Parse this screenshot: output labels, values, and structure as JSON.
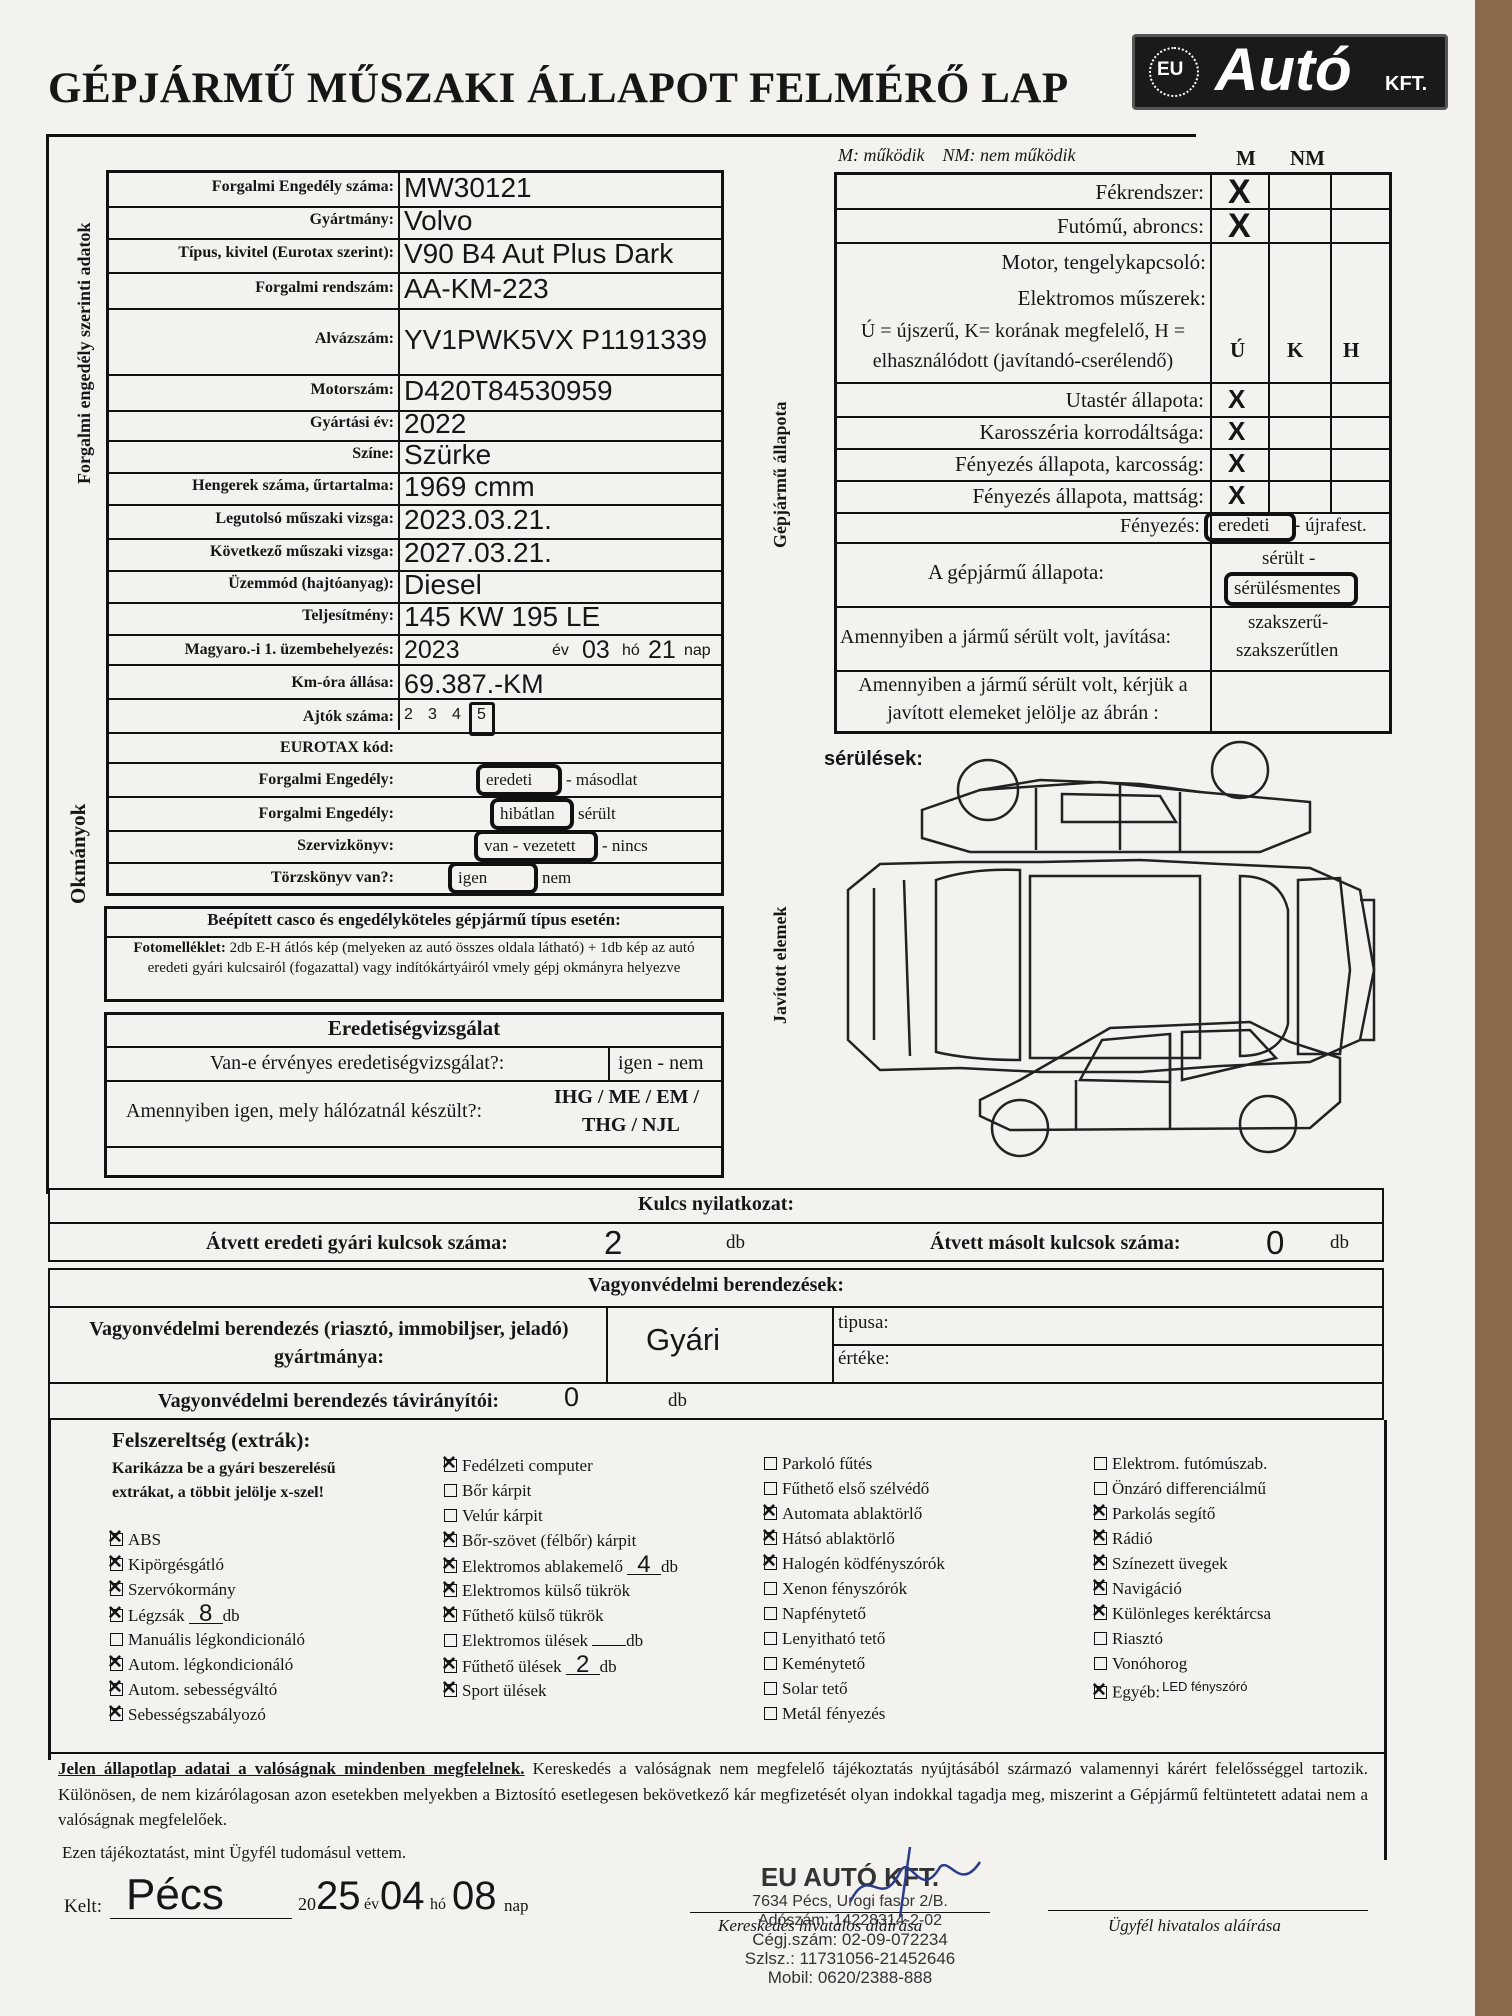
{
  "header": {
    "title": "GÉPJÁRMŰ MŰSZAKI ÁLLAPOT FELMÉRŐ LAP",
    "logo_eu": "EU",
    "logo_auto": "Autó",
    "logo_kft": "KFT."
  },
  "side_labels": {
    "registration": "Forgalmi engedély szerinti adatok",
    "documents": "Okmányok",
    "condition": "Gépjármű állapota",
    "repaired": "Javított elemek"
  },
  "vehicle": [
    {
      "label": "Forgalmi Engedély száma:",
      "value": "MW30121"
    },
    {
      "label": "Gyártmány:",
      "value": "Volvo"
    },
    {
      "label": "Típus, kivitel (Eurotax szerint):",
      "value": "V90 B4 Aut Plus Dark"
    },
    {
      "label": "Forgalmi rendszám:",
      "value": "AA-KM-223"
    },
    {
      "label": "Alvázszám:",
      "value": "YV1PWK5VX P1191339"
    },
    {
      "label": "Motorszám:",
      "value": "D420T84530959"
    },
    {
      "label": "Gyártási év:",
      "value": "2022"
    },
    {
      "label": "Színe:",
      "value": "Szürke"
    },
    {
      "label": "Hengerek száma, űrtartalma:",
      "value": "1969 cmm"
    },
    {
      "label": "Legutolsó műszaki vizsga:",
      "value": "2023.03.21."
    },
    {
      "label": "Következő műszaki vizsga:",
      "value": "2027.03.21."
    },
    {
      "label": "Üzemmód (hajtóanyag):",
      "value": "Diesel"
    },
    {
      "label": "Teljesítmény:",
      "value": "145 KW 195 LE"
    }
  ],
  "first_reg": {
    "label": "Magyaro.-i 1. üzembehelyezés:",
    "year": "2023",
    "ev": "év",
    "month": "03",
    "ho": "hó",
    "day": "21",
    "nap": "nap"
  },
  "km": {
    "label": "Km-óra állása:",
    "value": "69.387.-KM"
  },
  "doors": {
    "label": "Ajtók száma:",
    "opt1": "2",
    "opt2": "3",
    "opt3": "4",
    "selected": "5"
  },
  "eurotax": {
    "label": "EUROTAX kód:"
  },
  "documents": [
    {
      "label": "Forgalmi Engedély:",
      "selected": "eredeti",
      "rest": "- másodlat"
    },
    {
      "label": "Forgalmi Engedély:",
      "selected": "hibátlan",
      "rest": "sérült"
    },
    {
      "label": "Szervizkönyv:",
      "selected": "van - vezetett",
      "rest": "- nincs"
    },
    {
      "label": "Törzskönyv van?:",
      "selected": "igen",
      "rest": "nem"
    }
  ],
  "casco": {
    "title": "Beépített casco és engedélyköteles gépjármű típus esetén:",
    "bold": "Fotomelléklet:",
    "text": "2db E-H átlós kép (melyeken az autó összes oldala látható) + 1db kép az autó eredeti gyári kulcsairól (fogazattal) vagy indítókártyáiról vmely gépj okmányra helyezve"
  },
  "eredetiseg": {
    "title": "Eredetiségvizsgálat",
    "q1": "Van-e érvényes eredetiségvizsgálat?:",
    "a1": "igen - nem",
    "q2": "Amennyiben igen, mely hálózatnál készült?:",
    "a2_line1": "IHG / ME / EM /",
    "a2_line2": "THG / NJL"
  },
  "condition": {
    "legend": "M: működik    NM: nem működik",
    "col_m": "M",
    "col_nm": "NM",
    "rows_mnm": [
      {
        "label": "Fékrendszer:"
      },
      {
        "label": "Futómű, abroncs:"
      }
    ],
    "motor_label_1": "Motor, tengelykapcsoló:",
    "motor_label_2": "Elektromos műszerek:",
    "ukh_text_1": "Ú = újszerű, K= korának megfelelő, H =",
    "ukh_text_2": "elhasználódott (javítandó-cserélendő)",
    "col_u": "Ú",
    "col_k": "K",
    "col_h": "H",
    "rows_ukh": [
      {
        "label": "Utastér állapota:"
      },
      {
        "label": "Karosszéria korrodáltsága:"
      },
      {
        "label": "Fényezés állapota, karcosság:"
      },
      {
        "label": "Fényezés állapota, mattság:"
      }
    ],
    "x_mark": "X",
    "paint_label": "Fényezés:",
    "paint_selected": "eredeti",
    "paint_rest": "- újrafest.",
    "state_label": "A gépjármű állapota:",
    "state_opt": "sérült -",
    "state_selected": "sérülésmentes",
    "repair_label": "Amennyiben a jármű sérült volt, javítása:",
    "repair_opt1": "szakszerű-",
    "repair_opt2": "szakszerűtlen",
    "mark_label_1": "Amennyiben a jármű sérült volt, kérjük a",
    "mark_label_2": "javított elemeket jelölje az ábrán :"
  },
  "damage_label": "sérülések:",
  "keys": {
    "title": "Kulcs nyilatkozat:",
    "orig_label": "Átvett eredeti gyári kulcsok száma:",
    "orig_value": "2",
    "db": "db",
    "copy_label": "Átvett másolt kulcsok száma:",
    "copy_value": "0"
  },
  "security": {
    "title": "Vagyonvédelmi berendezések:",
    "make_label_1": "Vagyonvédelmi berendezés (riasztó, immobiljser, jeladó)",
    "make_label_2": "gyártmánya:",
    "make_value": "Gyári",
    "type_label": "tipusa:",
    "value_label": "értéke:",
    "remote_label": "Vagyonvédelmi berendezés távirányítói:",
    "remote_value": "0",
    "db": "db"
  },
  "extras": {
    "title": "Felszereltség (extrák):",
    "instr_1": "Karikázza be a gyári beszerelésű",
    "instr_2": "extrákat, a többit jelölje x-szel!",
    "col1": [
      {
        "label": "ABS",
        "checked": true
      },
      {
        "label": "Kipörgésgátló",
        "checked": true
      },
      {
        "label": "Szervókormány",
        "checked": true
      },
      {
        "label": "Légzsák",
        "checked": true,
        "count": "8",
        "unit": "db"
      },
      {
        "label": "Manuális légkondicionáló",
        "checked": false
      },
      {
        "label": "Autom. légkondicionáló",
        "checked": true
      },
      {
        "label": "Autom. sebességváltó",
        "checked": true
      },
      {
        "label": "Sebességszabályozó",
        "checked": true
      }
    ],
    "col2": [
      {
        "label": "Fedélzeti computer",
        "checked": true
      },
      {
        "label": "Bőr kárpit",
        "checked": false
      },
      {
        "label": "Velúr kárpit",
        "checked": false
      },
      {
        "label": "Bőr-szövet (félbőr) kárpit",
        "checked": true
      },
      {
        "label": "Elektromos ablakemelő",
        "checked": true,
        "count": "4",
        "unit": "db"
      },
      {
        "label": "Elektromos külső tükrök",
        "checked": true
      },
      {
        "label": "Fűthető külső tükrök",
        "checked": true
      },
      {
        "label": "Elektromos ülések",
        "checked": false,
        "count": "",
        "unit": "db"
      },
      {
        "label": "Fűthető ülések",
        "checked": true,
        "count": "2",
        "unit": "db"
      },
      {
        "label": "Sport ülések",
        "checked": true
      }
    ],
    "col3": [
      {
        "label": "Parkoló fűtés",
        "checked": false
      },
      {
        "label": "Fűthető első szélvédő",
        "checked": false
      },
      {
        "label": "Automata ablaktörlő",
        "checked": true
      },
      {
        "label": "Hátsó ablaktörlő",
        "checked": true
      },
      {
        "label": "Halogén ködfényszórók",
        "checked": true
      },
      {
        "label": "Xenon fényszórók",
        "checked": false
      },
      {
        "label": "Napfénytető",
        "checked": false
      },
      {
        "label": "Lenyitható tető",
        "checked": false
      },
      {
        "label": "Keménytető",
        "checked": false
      },
      {
        "label": "Solar tető",
        "checked": false
      },
      {
        "label": "Metál fényezés",
        "checked": false
      }
    ],
    "col4": [
      {
        "label": "Elektrom. futómúszab.",
        "checked": false
      },
      {
        "label": "Önzáró differenciálmű",
        "checked": false
      },
      {
        "label": "Parkolás segítő",
        "checked": true
      },
      {
        "label": "Rádió",
        "checked": true
      },
      {
        "label": "Színezett üvegek",
        "checked": true
      },
      {
        "label": "Navigáció",
        "checked": true
      },
      {
        "label": "Különleges keréktárcsa",
        "checked": true
      },
      {
        "label": "Riasztó",
        "checked": false
      },
      {
        "label": "Vonóhorog",
        "checked": false
      },
      {
        "label": "Egyéb:",
        "checked": true,
        "note": "LED fényszóró"
      }
    ]
  },
  "legal": {
    "underlined": "Jelen állapotlap adatai a valóságnak mindenben megfelelnek.",
    "text": "Kereskedés a valóságnak nem megfelelő tájékoztatás nyújtásából származó valamennyi kárért felelősséggel tartozik. Különösen, de nem kizárólagosan azon esetekben melyekben a Biztosító esetlegesen bekövetkező kár megfizetését olyan indokkal tagadja meg, miszerint a Gépjármű feltüntetett adatai nem a valóságnak megfelelőek.",
    "ack": "Ezen tájékoztatást, mint Ügyfél tudomásul vettem."
  },
  "signature": {
    "kelt": "Kelt:",
    "city": "Pécs",
    "year_prefix": "20",
    "year": "25",
    "ev": "év",
    "month": "04",
    "ho": "hó",
    "day": "08",
    "nap": "nap",
    "dealer_sign_label": "Kereskedés hivatalos aláírása",
    "client_sign_label": "Ügyfél hivatalos aláírása"
  },
  "stamp": {
    "name": "EU AUTÓ KFT.",
    "address": "7634 Pécs, Urogi fasor 2/B.",
    "tax": "Adószám: 14228314-2-02",
    "reg": "Cégj.szám: 02-09-072234",
    "bank": "Szlsz.: 11731056-21452646",
    "mobile": "Mobil: 0620/2388-888"
  }
}
